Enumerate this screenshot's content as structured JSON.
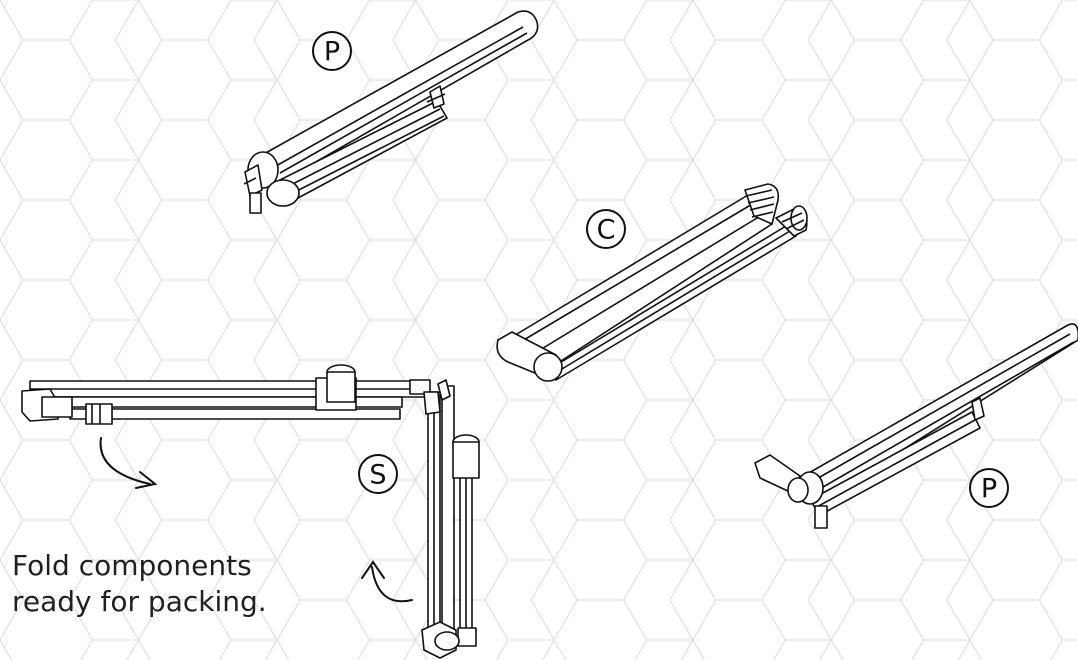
{
  "callouts": {
    "p_top": "P",
    "c_mid": "C",
    "p_right": "P",
    "s_mid": "S"
  },
  "caption": {
    "line1": "Fold components",
    "line2": "ready for packing."
  },
  "colors": {
    "stroke": "#111111",
    "hex_pattern": "#d9d9d9",
    "text": "#231f20"
  },
  "icons": [
    "circled-letter-icon",
    "curved-arrow-icon"
  ]
}
